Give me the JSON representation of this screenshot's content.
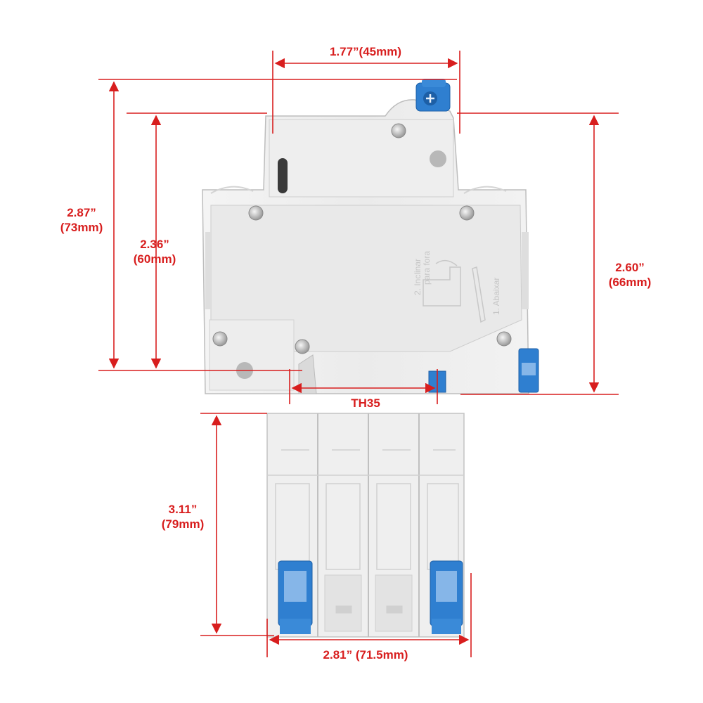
{
  "dimensions": {
    "side_width": "1.77”(45mm)",
    "total_height_in": "2.87”",
    "total_height_mm": "(73mm)",
    "body_height_in": "2.36”",
    "body_height_mm": "(60mm)",
    "right_height_in": "2.60”",
    "right_height_mm": "(66mm)",
    "rail_label": "TH35",
    "front_height_in": "3.11”",
    "front_height_mm": "(79mm)",
    "front_width": "2.81” (71.5mm)"
  },
  "device_text": {
    "instruction_1": "2. Inclinar",
    "instruction_2": "para fora",
    "instruction_3": "1. Abaixar"
  },
  "colors": {
    "dimension_red": "#d81e1e",
    "housing_grey": "#ececec",
    "housing_edge": "#b9b9b9",
    "terminal_blue": "#2f7fd0",
    "terminal_blue_dark": "#1d5fa6",
    "base_light_blue": "#86b6e8"
  }
}
